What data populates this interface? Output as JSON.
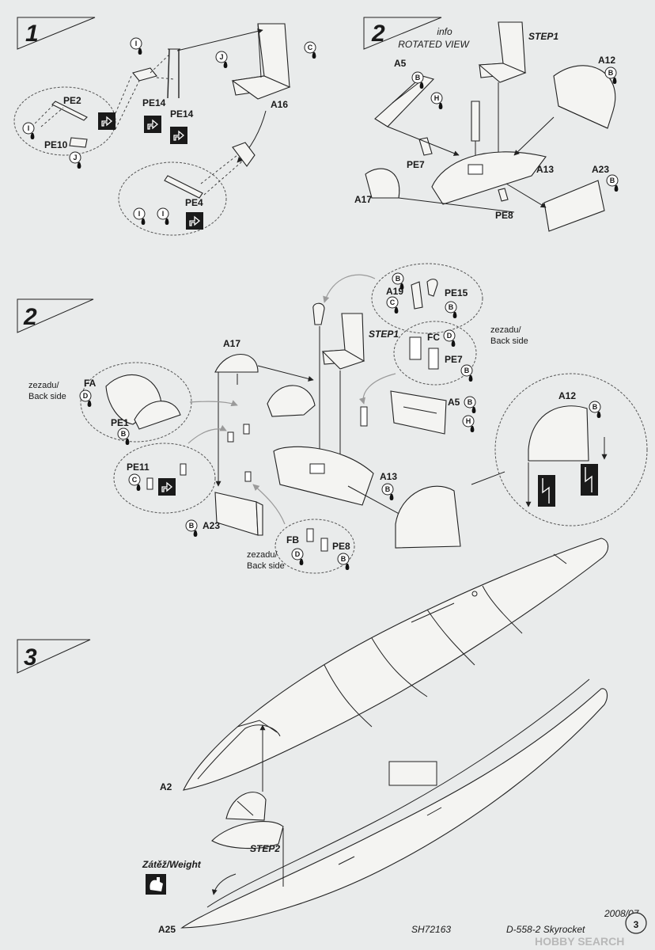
{
  "steps": [
    {
      "number": "1"
    },
    {
      "number": "2",
      "note_line1": "info",
      "note_line2": "ROTATED VIEW"
    },
    {
      "number": "2"
    },
    {
      "number": "3"
    }
  ],
  "step1": {
    "parts": [
      "PE2",
      "PE10",
      "PE14",
      "PE14",
      "A16",
      "PE4"
    ],
    "colors": [
      "I",
      "I",
      "J",
      "C",
      "J",
      "I",
      "I"
    ]
  },
  "step2_rotated": {
    "step_ref": "STEP1",
    "parts": [
      "A5",
      "A12",
      "PE7",
      "A13",
      "A23",
      "A17",
      "PE8"
    ],
    "colors": [
      "B",
      "H",
      "B",
      "B"
    ]
  },
  "step2": {
    "step_ref": "STEP1",
    "parts": [
      "A19",
      "PE15",
      "FC",
      "PE7",
      "A17",
      "FA",
      "PE1",
      "A5",
      "A12",
      "PE11",
      "A13",
      "A23",
      "FB",
      "PE8"
    ],
    "colors": [
      "B",
      "C",
      "B",
      "D",
      "B",
      "D",
      "B",
      "B",
      "H",
      "B",
      "C",
      "B",
      "B",
      "D",
      "B"
    ],
    "back_side_a": {
      "line1": "zezadu/",
      "line2": "Back side"
    },
    "back_side_b": {
      "line1": "zezadu/",
      "line2": "Back side"
    },
    "back_side_c": {
      "line1": "zezadu/",
      "line2": "Back side"
    }
  },
  "step3": {
    "parts": [
      "A2",
      "A25"
    ],
    "step_ref": "STEP2",
    "weight_label": "Zátěž/Weight"
  },
  "footer": {
    "code": "SH72163",
    "date": "2008/07",
    "title": "D-558-2 Skyrocket",
    "page_number": "3",
    "watermark": "HOBBY SEARCH"
  }
}
